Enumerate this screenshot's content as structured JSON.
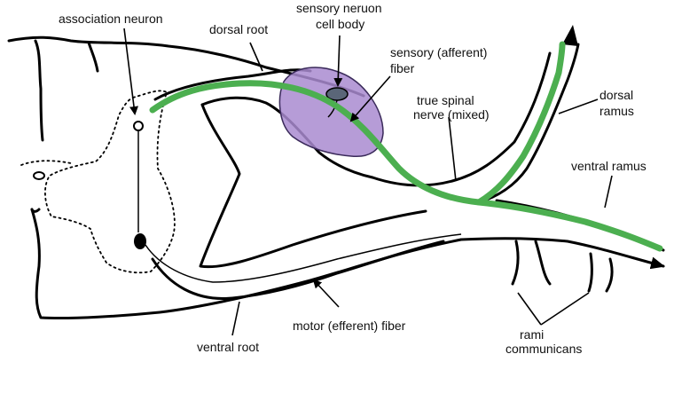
{
  "labels": {
    "association_neuron": "association neuron",
    "dorsal_root": "dorsal root",
    "sensory_neuron_line1": "sensory neruon",
    "sensory_neuron_line2": "cell body",
    "sensory_fiber_line1": "sensory (afferent)",
    "sensory_fiber_line2": "fiber",
    "true_spinal_line1": "true spinal",
    "true_spinal_line2": "nerve (mixed)",
    "dorsal_ramus_line1": "dorsal",
    "dorsal_ramus_line2": "ramus",
    "ventral_ramus": "ventral ramus",
    "motor_fiber": "motor (efferent) fiber",
    "ventral_root": "ventral root",
    "rami_line1": "rami",
    "rami_line2": "communicans"
  },
  "colors": {
    "outline": "#000000",
    "sensory_pathway": "#4caf50",
    "ganglion": "#a98bd0",
    "ganglion_stroke": "#3a2a5a",
    "cell_body": "#5a6678"
  }
}
